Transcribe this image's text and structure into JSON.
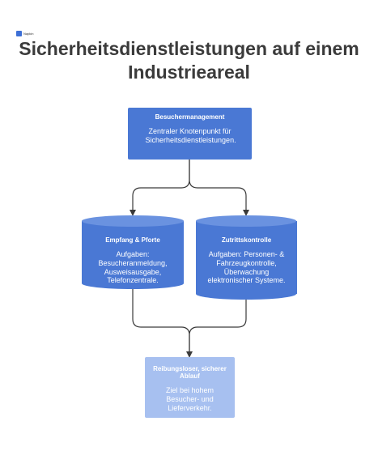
{
  "logo": {
    "text": "Napkin"
  },
  "title": "Sicherheitsdienstleistungen auf einem Industrieareal",
  "nodes": {
    "besucher": {
      "heading": "Besuchermanagement",
      "body": "Zentraler Knotenpunkt für Sicherheitsdienstleistungen."
    },
    "empfang": {
      "heading": "Empfang & Pforte",
      "body": "Aufgaben: Besucheranmeldung, Ausweisausgabe, Telefonzentrale."
    },
    "zutritt": {
      "heading": "Zutrittskontrolle",
      "body": "Aufgaben: Personen- & Fahrzeugkontrolle, Überwachung elektronischer Systeme."
    },
    "ziel": {
      "heading": "Reibungsloser, sicherer Ablauf",
      "body": "Ziel bei hohem Besucher- und Lieferverkehr."
    }
  },
  "colors": {
    "primary": "#4a78d4",
    "light": "#a7c0f0",
    "title": "#3b3b3b",
    "line": "#3a3a3a"
  }
}
